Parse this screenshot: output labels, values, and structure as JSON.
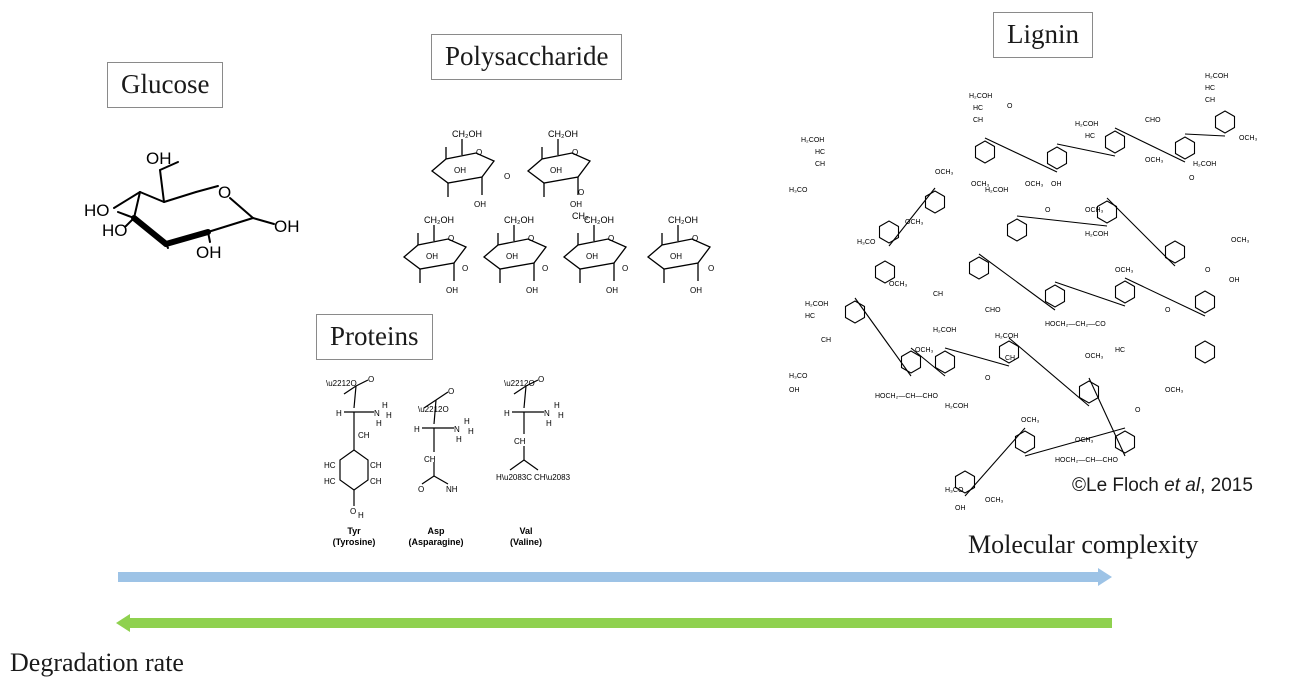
{
  "labels": {
    "glucose": "Glucose",
    "polysaccharide": "Polysaccharide",
    "lignin": "Lignin",
    "proteins": "Proteins",
    "molecular_complexity": "Molecular complexity",
    "degradation_rate": "Degradation rate"
  },
  "credit": {
    "prefix": "©Le Floch ",
    "italic": "et al",
    "suffix": ", 2015"
  },
  "glucose": {
    "oh_top": "OH",
    "ho_left": "HO",
    "ho_mid": "HO",
    "ring_o": "O",
    "oh_right": "OH",
    "oh_bottom": "OH"
  },
  "polysaccharide_groups": {
    "ch2oh": "CH₂OH",
    "oh": "OH",
    "o": "O",
    "ch2": "CH₂"
  },
  "amino_acids": [
    {
      "code": "Tyr",
      "name": "(Tyrosine)"
    },
    {
      "code": "Asp",
      "name": "(Asparagine)"
    },
    {
      "code": "Val",
      "name": "(Valine)"
    }
  ],
  "lignin_groups": {
    "h2coh": "H₂COH",
    "hc": "HC",
    "ch": "CH",
    "och3": "OCH₃",
    "h3co": "H₃CO",
    "oh": "OH",
    "o": "O",
    "cho": "CHO",
    "hoch2_ch_cho": "HOCH₂—CH—CHO",
    "hoch2_ch2_co": "HOCH₂—CH₂—CO"
  },
  "arrows": {
    "complexity_color": "#9dc3e6",
    "degradation_color": "#8fd14f"
  }
}
